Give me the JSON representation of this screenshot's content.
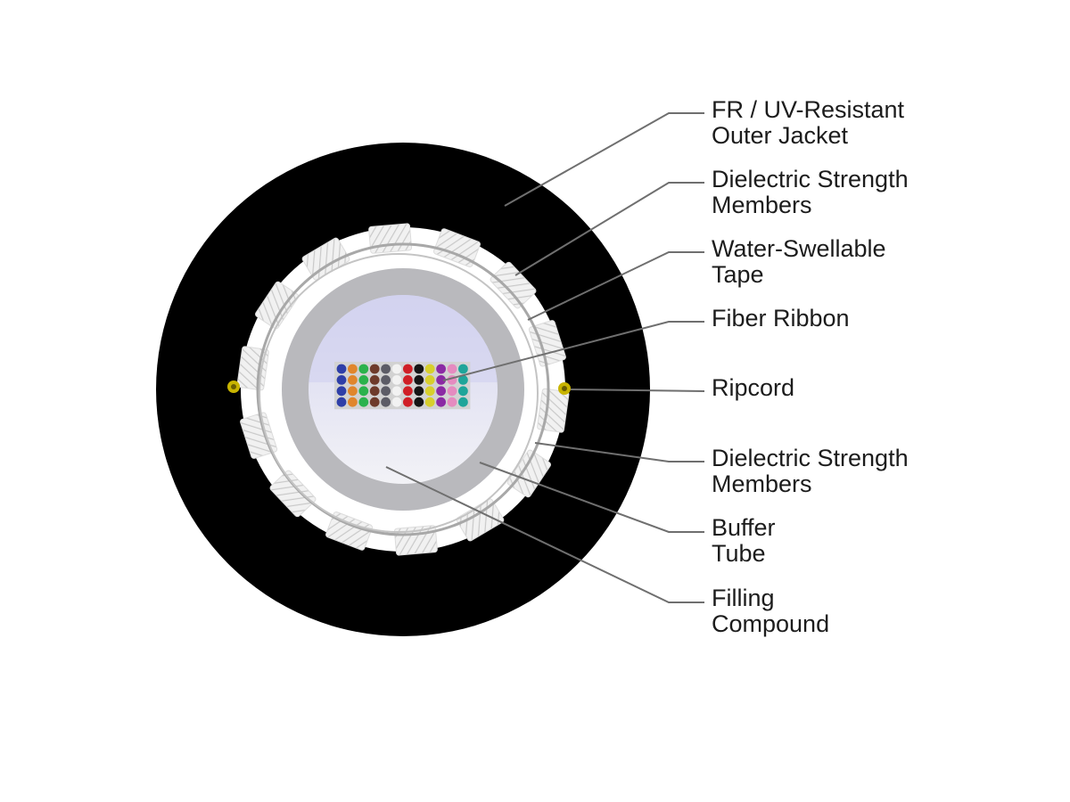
{
  "colors": {
    "jacket": "#000000",
    "strength_member_fill": "#f1f1f1",
    "strength_member_stripe": "#c9c9c9",
    "tape": "#ffffff",
    "buffer_tube": "#b9b9bd",
    "filling_compound_top": "#d6d6f0",
    "filling_compound_bottom": "#f2f2f6",
    "ribbon_matrix": "#d2d2d2",
    "ripcord": "#c8b400",
    "leader_line": "#6f6f6f",
    "label_text": "#1c1c1c"
  },
  "fiber_colors": [
    {
      "name": "blue",
      "hex": "#2f3fa8"
    },
    {
      "name": "orange",
      "hex": "#e0862c"
    },
    {
      "name": "green",
      "hex": "#2bb24c"
    },
    {
      "name": "brown",
      "hex": "#6e3b2b"
    },
    {
      "name": "slate",
      "hex": "#5c5c66"
    },
    {
      "name": "white",
      "hex": "#f2f2f2"
    },
    {
      "name": "red",
      "hex": "#d01f26"
    },
    {
      "name": "black",
      "hex": "#151515"
    },
    {
      "name": "yellow",
      "hex": "#d7cf2c"
    },
    {
      "name": "violet",
      "hex": "#8b2aa4"
    },
    {
      "name": "rose",
      "hex": "#e58bc0"
    },
    {
      "name": "aqua",
      "hex": "#1fa59a"
    }
  ],
  "ribbon_count": 4,
  "strength_member_count": 14,
  "labels": [
    {
      "id": "outer-jacket",
      "lines": [
        "FR / UV-Resistant",
        "Outer Jacket"
      ]
    },
    {
      "id": "strength-members-outer",
      "lines": [
        "Dielectric Strength",
        "Members"
      ]
    },
    {
      "id": "water-swellable-tape",
      "lines": [
        "Water-Swellable",
        "Tape"
      ]
    },
    {
      "id": "fiber-ribbon",
      "lines": [
        "Fiber Ribbon"
      ]
    },
    {
      "id": "ripcord",
      "lines": [
        "Ripcord"
      ]
    },
    {
      "id": "strength-members-inner",
      "lines": [
        "Dielectric Strength",
        "Members"
      ]
    },
    {
      "id": "buffer-tube",
      "lines": [
        "Buffer",
        "Tube"
      ]
    },
    {
      "id": "filling-compound",
      "lines": [
        "Filling",
        "Compound"
      ]
    }
  ]
}
